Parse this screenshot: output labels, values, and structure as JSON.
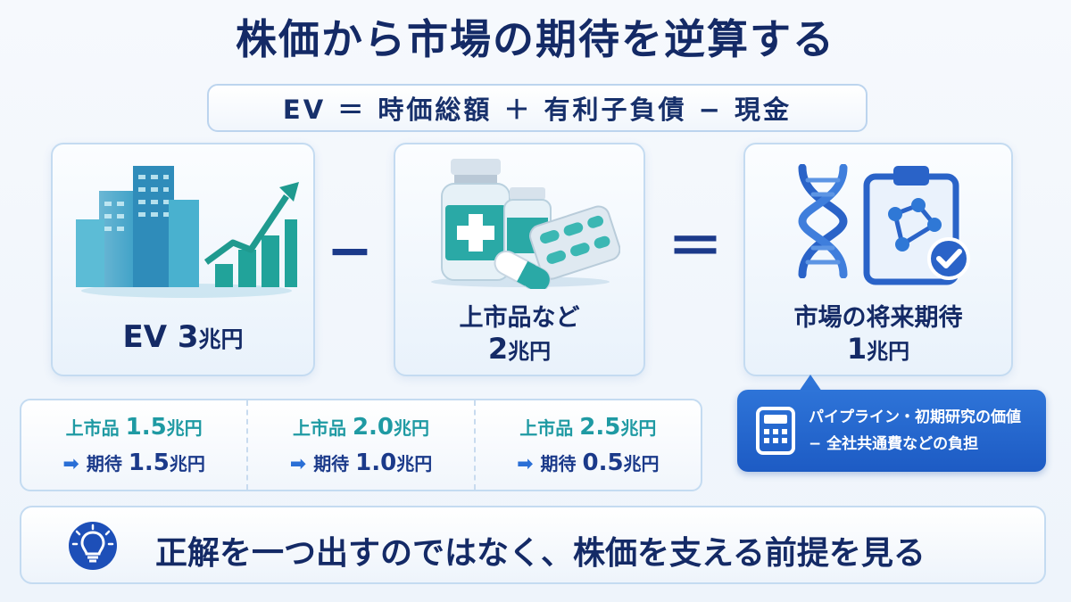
{
  "title": "株価から市場の期待を逆算する",
  "formula": "EV ＝ 時価総額 ＋ 有利子負債 − 現金",
  "cards": {
    "ev": {
      "label_main": "EV 3",
      "label_unit": "兆円"
    },
    "minus_op": "−",
    "marketed": {
      "label_line1": "上市品など",
      "label_num": "2",
      "label_unit": "兆円"
    },
    "equals_op": "＝",
    "future": {
      "label_line1": "市場の将来期待",
      "label_num": "1",
      "label_unit": "兆円"
    }
  },
  "scenarios": [
    {
      "top_prefix": "上市品 ",
      "top_value": "1.5",
      "top_unit": "兆円",
      "bottom_prefix": "期待 ",
      "bottom_value": "1.5",
      "bottom_unit": "兆円"
    },
    {
      "top_prefix": "上市品 ",
      "top_value": "2.0",
      "top_unit": "兆円",
      "bottom_prefix": "期待 ",
      "bottom_value": "1.0",
      "bottom_unit": "兆円"
    },
    {
      "top_prefix": "上市品 ",
      "top_value": "2.5",
      "top_unit": "兆円",
      "bottom_prefix": "期待 ",
      "bottom_value": "0.5",
      "bottom_unit": "兆円"
    }
  ],
  "callout": {
    "line1": "パイプライン・初期研究の価値",
    "line2": "−  全社共通費などの負担"
  },
  "conclusion": "正解を一つ出すのではなく、株価を支える前提を見る",
  "colors": {
    "navy": "#142a66",
    "teal": "#1f9aa3",
    "accent_blue": "#1d5bc4"
  }
}
